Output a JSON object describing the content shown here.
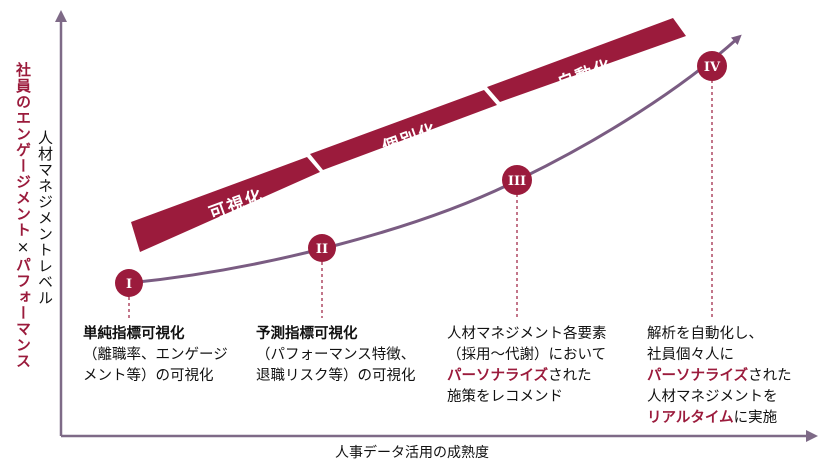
{
  "y_axis": {
    "line1": "人材マネジメントレベル",
    "line2_accent": "社員のエンゲージメント",
    "line2_sep": "×",
    "line2_tail": "パフォーマンス"
  },
  "x_axis": {
    "label": "人事データ活用の成熟度"
  },
  "bands": [
    "可視化",
    "個別化",
    "自動化"
  ],
  "stages": [
    {
      "roman": "I",
      "title": "単純指標可視化",
      "lines": [
        "（離職率、エンゲージ",
        "メント等）の可視化"
      ]
    },
    {
      "roman": "II",
      "title": "予測指標可視化",
      "lines": [
        "（パフォーマンス特徴、",
        "退職リスク等）の可視化"
      ]
    },
    {
      "roman": "III",
      "line1": "人材マネジメント各要素",
      "line2": "（採用〜代謝）において",
      "line3_hl": "パーソナライズ",
      "line3_tail": "された",
      "line4": "施策をレコメンド"
    },
    {
      "roman": "IV",
      "line1": "解析を自動化し、",
      "line2": "社員個々人に",
      "line3_hl": "パーソナライズ",
      "line3_tail": "された",
      "line4": "人材マネジメントを",
      "line5_hl": "リアルタイム",
      "line5_tail": "に実施"
    }
  ],
  "colors": {
    "accent": "#9b1b3c",
    "axis": "#7e6a87",
    "curve": "#7a5c82",
    "text": "#111111"
  }
}
